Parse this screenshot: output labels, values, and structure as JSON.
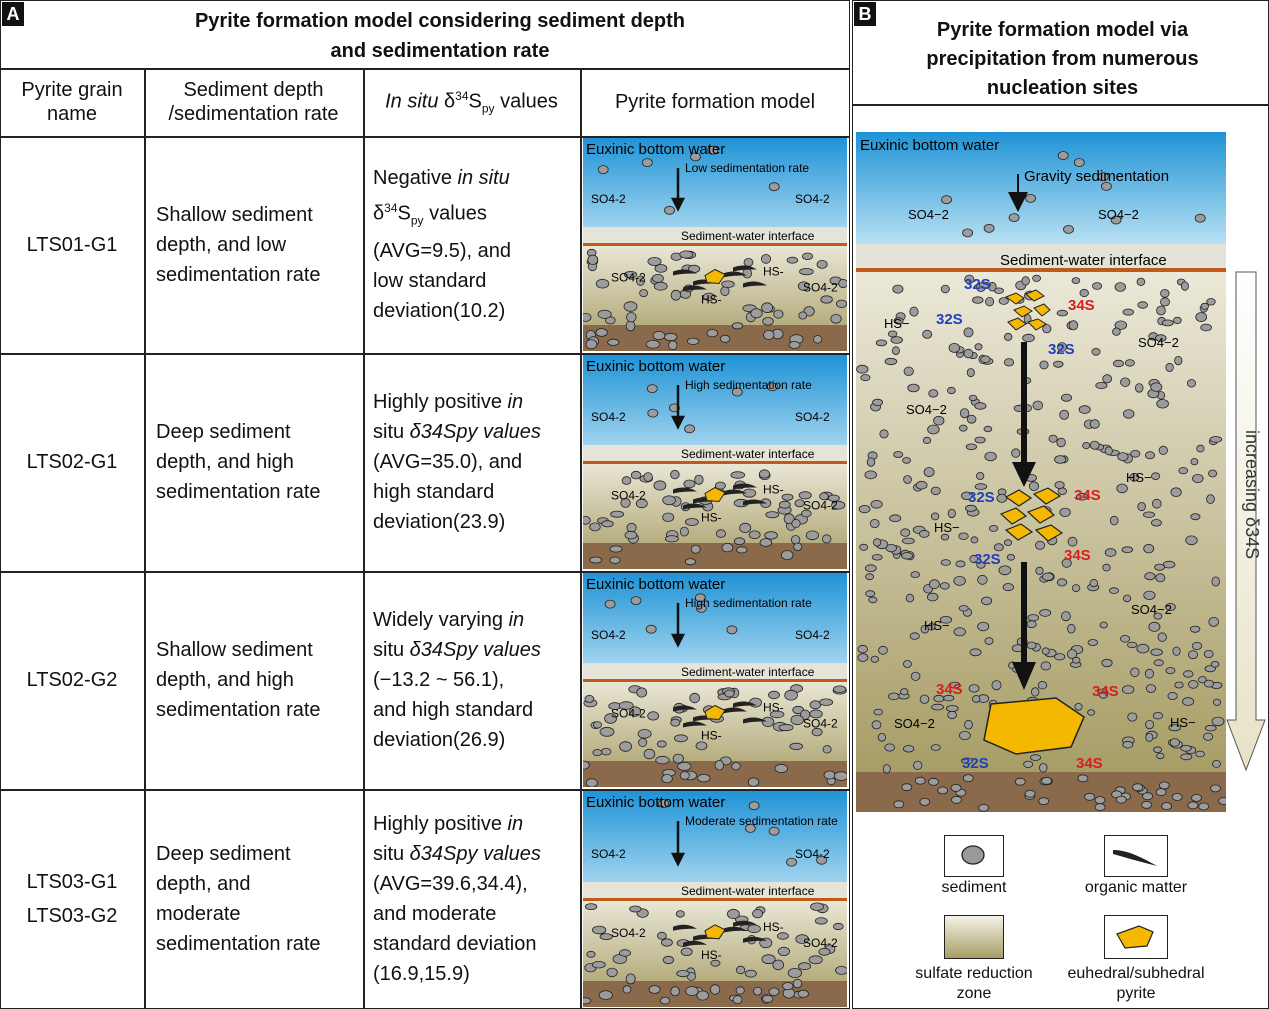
{
  "panel_a": {
    "tag": "A",
    "title_line1": "Pyrite formation model considering sediment depth",
    "title_line2": "and sedimentation rate",
    "headers": {
      "col1_line1": "Pyrite grain",
      "col1_line2": "name",
      "col2_line1": "Sediment depth",
      "col2_line2": "/sedimentation rate",
      "col3_italic": "In situ",
      "col3_delta": "δ",
      "col3_sup": "34",
      "col3_s": "S",
      "col3_sub": "py",
      "col3_tail": " values",
      "col4": "Pyrite formation model"
    },
    "rows": [
      {
        "names": [
          "LTS01-G1"
        ],
        "condition": [
          "Shallow sediment",
          "depth, and low",
          "sedimentation rate"
        ],
        "values": [
          "Negative |in situ|",
          "δ34Spy values",
          "(AVG=9.5), and",
          "low standard",
          "deviation(10.2)"
        ],
        "sketch_rate": "Low sedimentation rate"
      },
      {
        "names": [
          "LTS02-G1"
        ],
        "condition": [
          "Deep sediment",
          "depth, and high",
          "sedimentation rate"
        ],
        "values": [
          "Highly positive |in",
          "situ| δ34Spy values",
          "(AVG=35.0), and",
          "high standard",
          "deviation(23.9)"
        ],
        "sketch_rate": "High sedimentation rate"
      },
      {
        "names": [
          "LTS02-G2"
        ],
        "condition": [
          "Shallow sediment",
          "depth, and high",
          "sedimentation rate"
        ],
        "values": [
          "Widely varying |in",
          "situ| δ34Spy values",
          "(−13.2 ~ 56.1),",
          "and high standard",
          "deviation(26.9)"
        ],
        "sketch_rate": "High sedimentation rate"
      },
      {
        "names": [
          "LTS03-G1",
          "LTS03-G2"
        ],
        "condition": [
          "Deep sediment",
          "depth, and",
          "moderate",
          "sedimentation rate"
        ],
        "values": [
          "Highly positive |in",
          "situ| δ34Spy values",
          "(AVG=39.6,34.4),",
          "and moderate",
          "standard deviation",
          "(16.9,15.9)"
        ],
        "sketch_rate": "Moderate sedimentation rate"
      }
    ],
    "sketch_labels": {
      "bottom_water": "Euxinic bottom  water",
      "interface": "Sediment-water interface",
      "sulfate": "SO4-2",
      "hs": "HS-"
    }
  },
  "panel_b": {
    "tag": "B",
    "title_line1": "Pyrite formation model via",
    "title_line2": "precipitation from numerous",
    "title_line3": "nucleation sites",
    "bottom_water": "Euxinic bottom  water",
    "gravity": "Gravity sedimentation",
    "interface": "Sediment-water interface",
    "so4": "SO4−2",
    "hs": "HS−",
    "s32": "32S",
    "s34": "34S",
    "trend_label": "increasing δ34S",
    "legend": {
      "sediment": "sediment",
      "organic": "organic matter",
      "zone_line1": "sulfate reduction",
      "zone_line2": "zone",
      "pyrite_line1": "euhedral/subhedral",
      "pyrite_line2": "pyrite"
    }
  },
  "colors": {
    "water_top": "#1f93d6",
    "water_bottom": "#cfe8f3",
    "sediment_top": "#e9e6d5",
    "sediment_bottom": "#a59b63",
    "mud": "#8a6a4a",
    "pyrite": "#f5b800",
    "blue_s": "#1f3fbf",
    "red_s": "#d81e1e",
    "interface": "#c05a1a"
  }
}
